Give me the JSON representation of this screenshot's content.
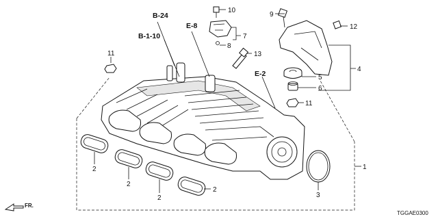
{
  "diagram": {
    "code": "TGGAE0300",
    "direction_label": "FR.",
    "references": [
      {
        "id": "ref-b24",
        "text": "B-24"
      },
      {
        "id": "ref-b110",
        "text": "B-1-10"
      },
      {
        "id": "ref-e8",
        "text": "E-8"
      },
      {
        "id": "ref-e2",
        "text": "E-2"
      }
    ],
    "callouts": [
      {
        "id": "c10",
        "text": "10"
      },
      {
        "id": "c9",
        "text": "9"
      },
      {
        "id": "c12",
        "text": "12"
      },
      {
        "id": "c7",
        "text": "7"
      },
      {
        "id": "c8",
        "text": "8"
      },
      {
        "id": "c11a",
        "text": "11"
      },
      {
        "id": "c13",
        "text": "13"
      },
      {
        "id": "c4",
        "text": "4"
      },
      {
        "id": "c5",
        "text": "5"
      },
      {
        "id": "c6",
        "text": "6"
      },
      {
        "id": "c11b",
        "text": "11"
      },
      {
        "id": "c1",
        "text": "1"
      },
      {
        "id": "c2a",
        "text": "2"
      },
      {
        "id": "c2b",
        "text": "2"
      },
      {
        "id": "c2c",
        "text": "2"
      },
      {
        "id": "c2d",
        "text": "2"
      },
      {
        "id": "c3",
        "text": "3"
      }
    ]
  }
}
